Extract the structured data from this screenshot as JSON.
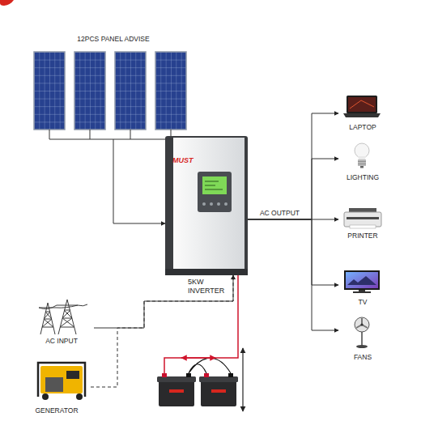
{
  "diagram": {
    "nodes": [
      {
        "text": [
          "12PCS PANEL ADVISE"
        ]
      },
      {
        "text": [
          "MUST",
          "5KW INVERTER"
        ]
      },
      {
        "text": [
          "LAPTOP"
        ]
      },
      {
        "text": [
          "LIGHTING"
        ]
      },
      {
        "text": [
          "PRINTER"
        ]
      },
      {
        "text": [
          "TV"
        ]
      },
      {
        "text": [
          "FANS"
        ]
      },
      {
        "text": [
          "AC INPUT"
        ]
      },
      {
        "text": [
          "GENERATOR"
        ]
      }
    ],
    "edges": [
      {
        "from": 0,
        "to": 1,
        "arrow": "to"
      },
      {
        "from": 1,
        "to": 2,
        "arrow": "to"
      },
      {
        "from": 1,
        "to": 3,
        "arrow": "to"
      },
      {
        "from": 1,
        "to": 4,
        "arrow": "to",
        "label": "AC OUTPUT"
      },
      {
        "from": 1,
        "to": 5,
        "arrow": "to"
      },
      {
        "from": 1,
        "to": 6,
        "arrow": "to"
      },
      {
        "from": 7,
        "to": 1,
        "arrow": "to"
      },
      {
        "from": 8,
        "to": 1,
        "arrow": "to"
      }
    ]
  }
}
